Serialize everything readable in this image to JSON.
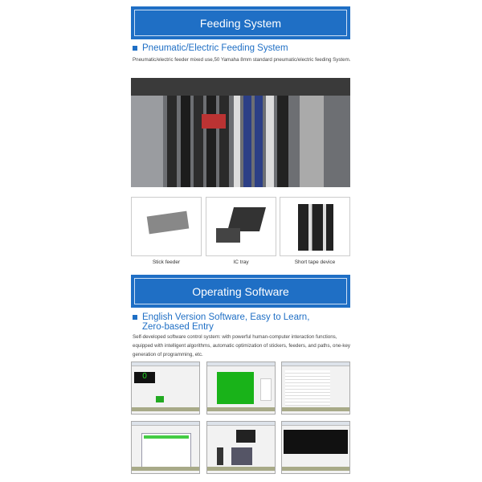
{
  "feeding": {
    "banner": "Feeding System",
    "heading": "Pneumatic/Electric Feeding System",
    "description": "Pneumatic/electric feeder mixed use,50 Yamaha 8mm standard pneumatic/electric feeding System.",
    "items": [
      {
        "caption": "Stick feeder"
      },
      {
        "caption": "IC tray"
      },
      {
        "caption": "Short tape device"
      }
    ]
  },
  "software": {
    "banner": "Operating Software",
    "heading": "English Version Software, Easy to Learn, Zero-based Entry",
    "description": "Self-developed software control system: with powerful human-computer interaction functions, equipped with intelligent algorithms, automatic optimization of stickers, feeders, and paths, one-key generation of programming, etc.",
    "counter_value": "0"
  },
  "colors": {
    "brand": "#1f6fc5"
  }
}
